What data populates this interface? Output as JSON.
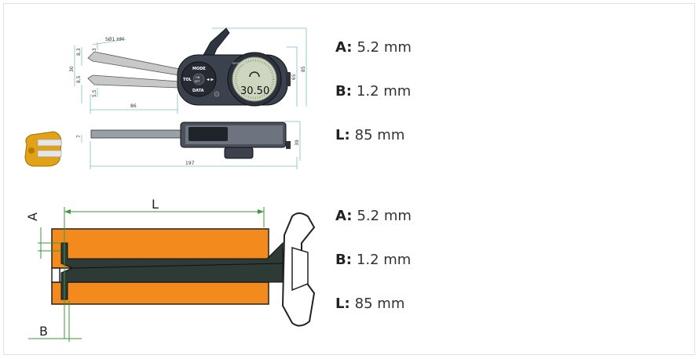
{
  "top": {
    "specs": [
      {
        "key": "A:",
        "value": "5.2 mm"
      },
      {
        "key": "B:",
        "value": "1.2 mm"
      },
      {
        "key": "L:",
        "value": "85 mm"
      }
    ],
    "drawing": {
      "display_reading": "30.50",
      "button_mode": "MODE",
      "button_tol": "TOL",
      "button_data": "DATA",
      "button_center": "SET",
      "center_small": "ON",
      "brand_small": "KROEPLIN",
      "dim_tip_label": "SØ1 HM",
      "dim_8_3": "8,3",
      "dim_5_3_top": "5,3",
      "dim_30": "30",
      "dim_8_5": "8,5",
      "dim_5_5": "5,5",
      "dim_86": "86",
      "dim_65": "65",
      "dim_85": "85",
      "dim_7": "7",
      "dim_39": "39",
      "dim_197": "197"
    }
  },
  "bottom": {
    "specs": [
      {
        "key": "A:",
        "value": "5.2 mm"
      },
      {
        "key": "B:",
        "value": "1.2 mm"
      },
      {
        "key": "L:",
        "value": "85 mm"
      }
    ],
    "diagram": {
      "label_A": "A",
      "label_B": "B",
      "label_L": "L"
    }
  }
}
